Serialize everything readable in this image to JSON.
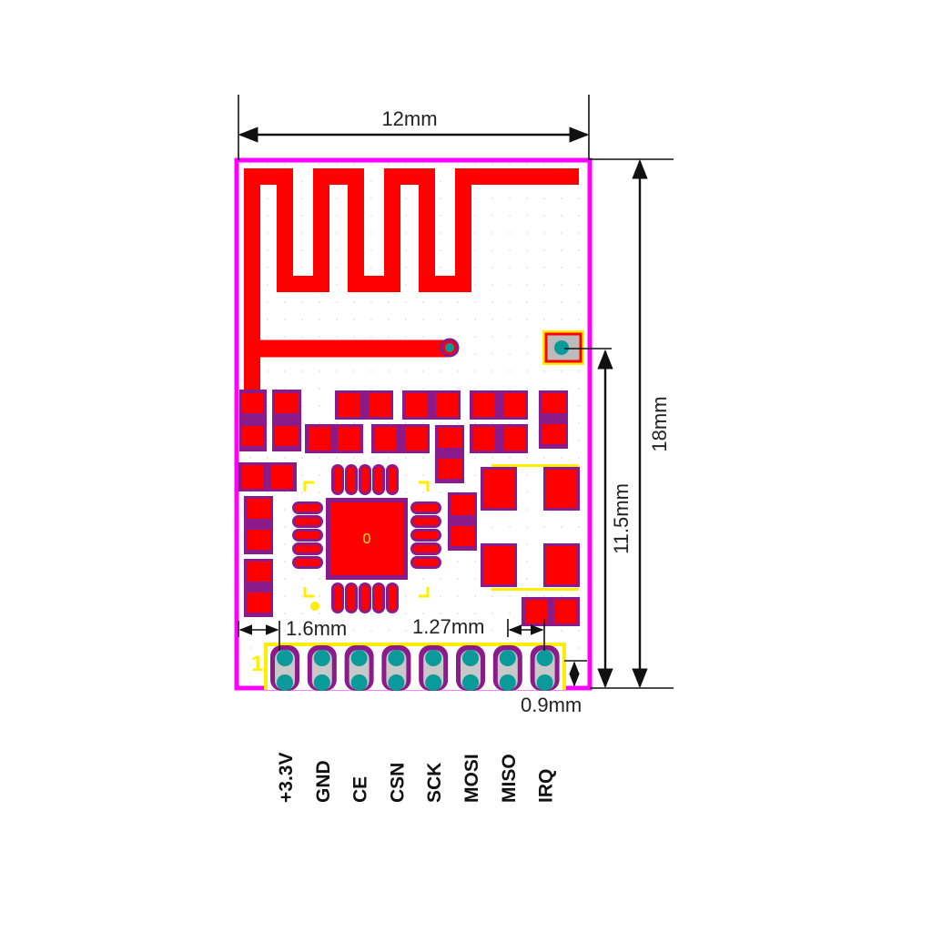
{
  "dimensions": {
    "width": "12mm",
    "height": "18mm",
    "header_to_antenna": "11.5mm",
    "edge_to_pin1": "1.6mm",
    "pin_pitch": "1.27mm",
    "pin_to_edge": "0.9mm"
  },
  "pin1_marker": "1",
  "chip_marker": "0",
  "pins": [
    "+3.3V",
    "GND",
    "CE",
    "CSN",
    "SCK",
    "MOSI",
    "MISO",
    "IRQ"
  ],
  "colors": {
    "board_outline": "#ff00ff",
    "copper": "#ff0000",
    "solder_mask": "#8b1a8b",
    "silkscreen": "#ffee00",
    "via": "#0a9a9a"
  }
}
